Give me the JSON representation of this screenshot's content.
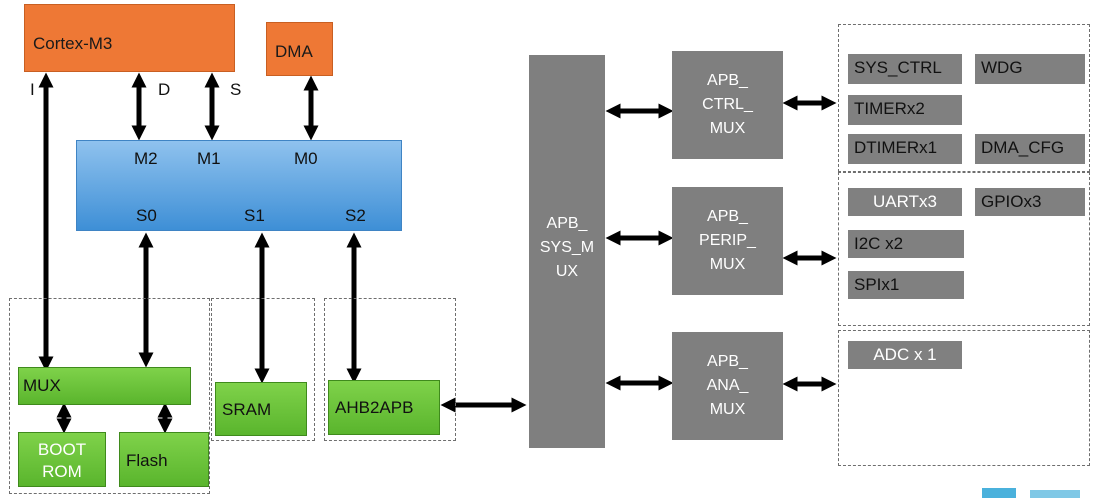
{
  "blocks": {
    "cortex": "Cortex-M3",
    "dma": "DMA",
    "bus_labels": {
      "i": "I",
      "d": "D",
      "s": "S"
    },
    "masters": [
      "M2",
      "M1",
      "M0"
    ],
    "slaves": [
      "S0",
      "S1",
      "S2"
    ],
    "mux": "MUX",
    "boot_rom": [
      "BOOT",
      "ROM"
    ],
    "flash": "Flash",
    "sram": "SRAM",
    "ahb2apb": "AHB2APB",
    "apb_sys_mux": [
      "APB_",
      "SYS_M",
      "UX"
    ],
    "apb_ctrl_mux": [
      "APB_",
      "CTRL_",
      "MUX"
    ],
    "apb_perip_mux": [
      "APB_",
      "PERIP_",
      "MUX"
    ],
    "apb_ana_mux": [
      "APB_",
      "ANA_",
      "MUX"
    ]
  },
  "peripherals": {
    "ctrl": [
      "SYS_CTRL",
      "WDG",
      "TIMERx2",
      "DTIMERx1",
      "DMA_CFG"
    ],
    "perip": [
      "UARTx3",
      "GPIOx3",
      "I2C x2",
      "SPIx1"
    ],
    "ana": [
      "ADC x 1"
    ]
  },
  "colors": {
    "cpu": "#ee7835",
    "bus": "#3e8fd6",
    "memory": "#5ab52d",
    "apb": "#7f7f7f"
  }
}
